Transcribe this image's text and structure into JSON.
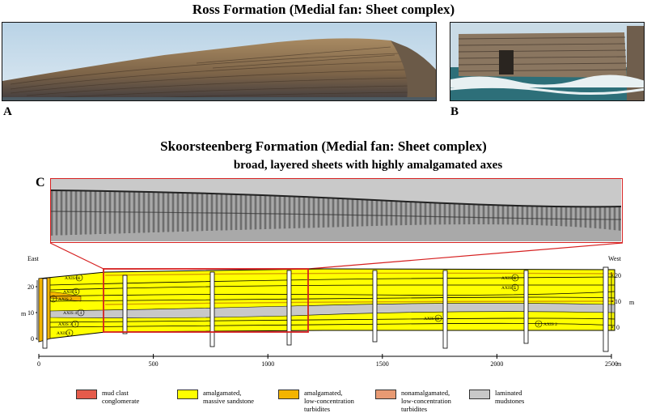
{
  "top_title": "Ross Formation (Medial fan: Sheet complex)",
  "panel_a": "A",
  "panel_b": "B",
  "panel_c": "C",
  "mid_title": "Skoorsteenberg Formation (Medial fan: Sheet complex)",
  "mid_subtitle": "broad, layered sheets with highly amalgamated axes",
  "section": {
    "left_label": "East",
    "right_label": "West",
    "unit_label": "m",
    "x_unit": "m",
    "x_ticks": [
      "0",
      "500",
      "1000",
      "1500",
      "2000",
      "2500"
    ],
    "y_ticks_left": [
      "20",
      "10",
      "0"
    ],
    "y_ticks_right": [
      "20",
      "10",
      "0"
    ],
    "axis_labels_left": [
      "AXIS 1",
      "AXIS 2",
      "AXIS 3",
      "AXIS 4",
      "AXIS 5",
      "AXIS 6"
    ],
    "axis_numbers_left": [
      "1",
      "2",
      "3",
      "4",
      "5",
      "6"
    ],
    "axis_labels_right": [
      "AXIS 6",
      "AXIS 5",
      "AXIS 4",
      "AXIS 2"
    ],
    "axis_numbers_right": [
      "6",
      "5",
      "4",
      "2"
    ]
  },
  "legend": [
    {
      "line1": "mud clast",
      "line2": "conglomerate",
      "color": "#e55b4b"
    },
    {
      "line1": "amalgamated,",
      "line2": "massive sandstone",
      "color": "#ffff00"
    },
    {
      "line1": "amalgamated,",
      "line2": "low-concentration",
      "line3": "turbidites",
      "color": "#f3b400"
    },
    {
      "line1": "nonamalgamated,",
      "line2": "low-concentration",
      "line3": "turbidites",
      "color": "#e89a73"
    },
    {
      "line1": "laminated",
      "line2": "mudstones",
      "color": "#c8c8c8"
    }
  ]
}
